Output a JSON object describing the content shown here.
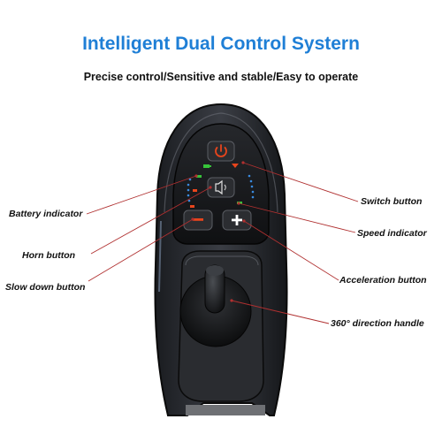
{
  "header": {
    "title": "Intelligent Dual Control Systern",
    "subtitle": "Precise control/Sensitive and stable/Easy to operate"
  },
  "callouts": {
    "battery_indicator": "Battery indicator",
    "horn_button": "Horn button",
    "slow_down_button": "Slow down button",
    "switch_button": "Switch button",
    "speed_indicator": "Speed indicator",
    "acceleration_button": "Acceleration button",
    "direction_handle": "360° direction handle"
  },
  "colors": {
    "title": "#1f7fd6",
    "leader_line": "#b03030",
    "power_icon": "#e8451c",
    "indicator_dots": "#3a8be0",
    "battery_led": "#37c43a",
    "speed_led": "#e86a1c"
  },
  "icons": {
    "power": "power-icon",
    "horn": "speaker-icon",
    "minus": "minus-sign",
    "plus": "plus-sign"
  }
}
